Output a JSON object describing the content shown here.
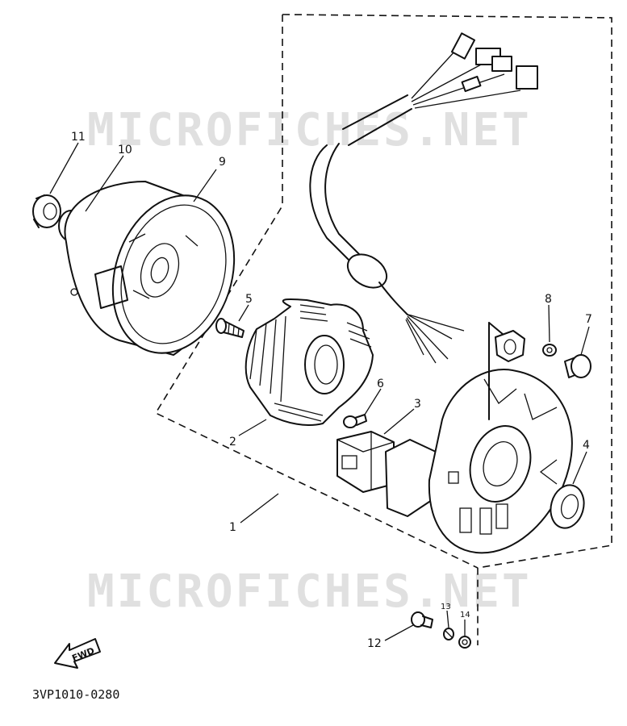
{
  "watermark": {
    "top": "MICROFICHES.NET",
    "bottom": "MICROFICHES.NET"
  },
  "callouts": {
    "p1": "1",
    "p2": "2",
    "p3": "3",
    "p4": "4",
    "p5": "5",
    "p6": "6",
    "p7": "7",
    "p8": "8",
    "p9": "9",
    "p10": "10",
    "p11": "11",
    "p12": "12",
    "p13": "13",
    "p14": "14"
  },
  "fwd_label": "FWD",
  "diagram_code": "3VP1010-0280"
}
